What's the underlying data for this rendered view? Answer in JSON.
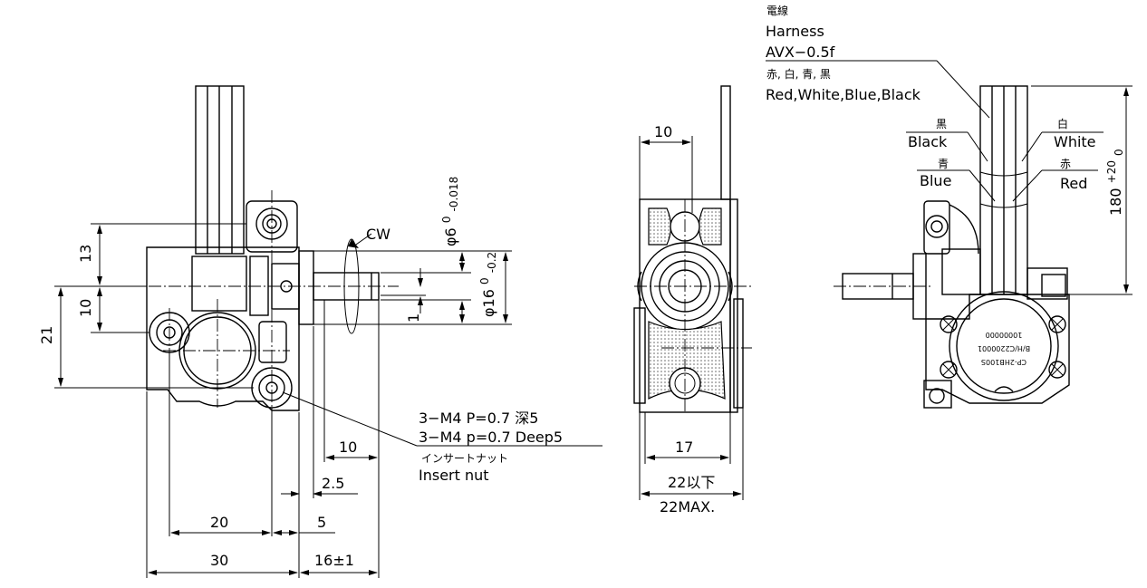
{
  "front_view": {
    "dim_13": "13",
    "dim_10": "10",
    "dim_21": "21",
    "dim_cw": "CW",
    "dim_shaft_dia": "φ6",
    "dim_shaft_tol": "-0.018",
    "dim_shaft_tol_upper": "0",
    "dim_boss_dia": "φ16",
    "dim_boss_tol": "-0.2",
    "dim_boss_tol_upper": "0",
    "dim_1": "1",
    "dim_10b": "10",
    "dim_2_5": "2.5",
    "dim_5": "5",
    "dim_20": "20",
    "dim_30": "30",
    "dim_16": "16±1",
    "note_jp": "3−M4 P=0.7 深5",
    "note_en": "3−M4 p=0.7 Deep5",
    "note2_jp": "インサートナット",
    "note2_en": "Insert nut"
  },
  "side_view": {
    "dim_10": "10",
    "dim_17": "17",
    "dim_22_jp": "22以下",
    "dim_22_en": "22MAX."
  },
  "rear_view": {
    "harness_jp": "電線",
    "harness_en": "Harness",
    "harness_model": "AVX−0.5f",
    "colors_jp": "赤, 白, 青, 黒",
    "colors_en": "Red,White,Blue,Black",
    "black_jp": "黒",
    "black_en": "Black",
    "white_jp": "白",
    "white_en": "White",
    "blue_jp": "青",
    "blue_en": "Blue",
    "red_jp": "赤",
    "red_en": "Red",
    "dim_180": "180",
    "dim_180_tol": "+20",
    "dim_180_tol_lower": "0",
    "label_line1": "CP-2HB100S",
    "label_line2": "B/H/C2200001",
    "label_line3": "10000000"
  }
}
